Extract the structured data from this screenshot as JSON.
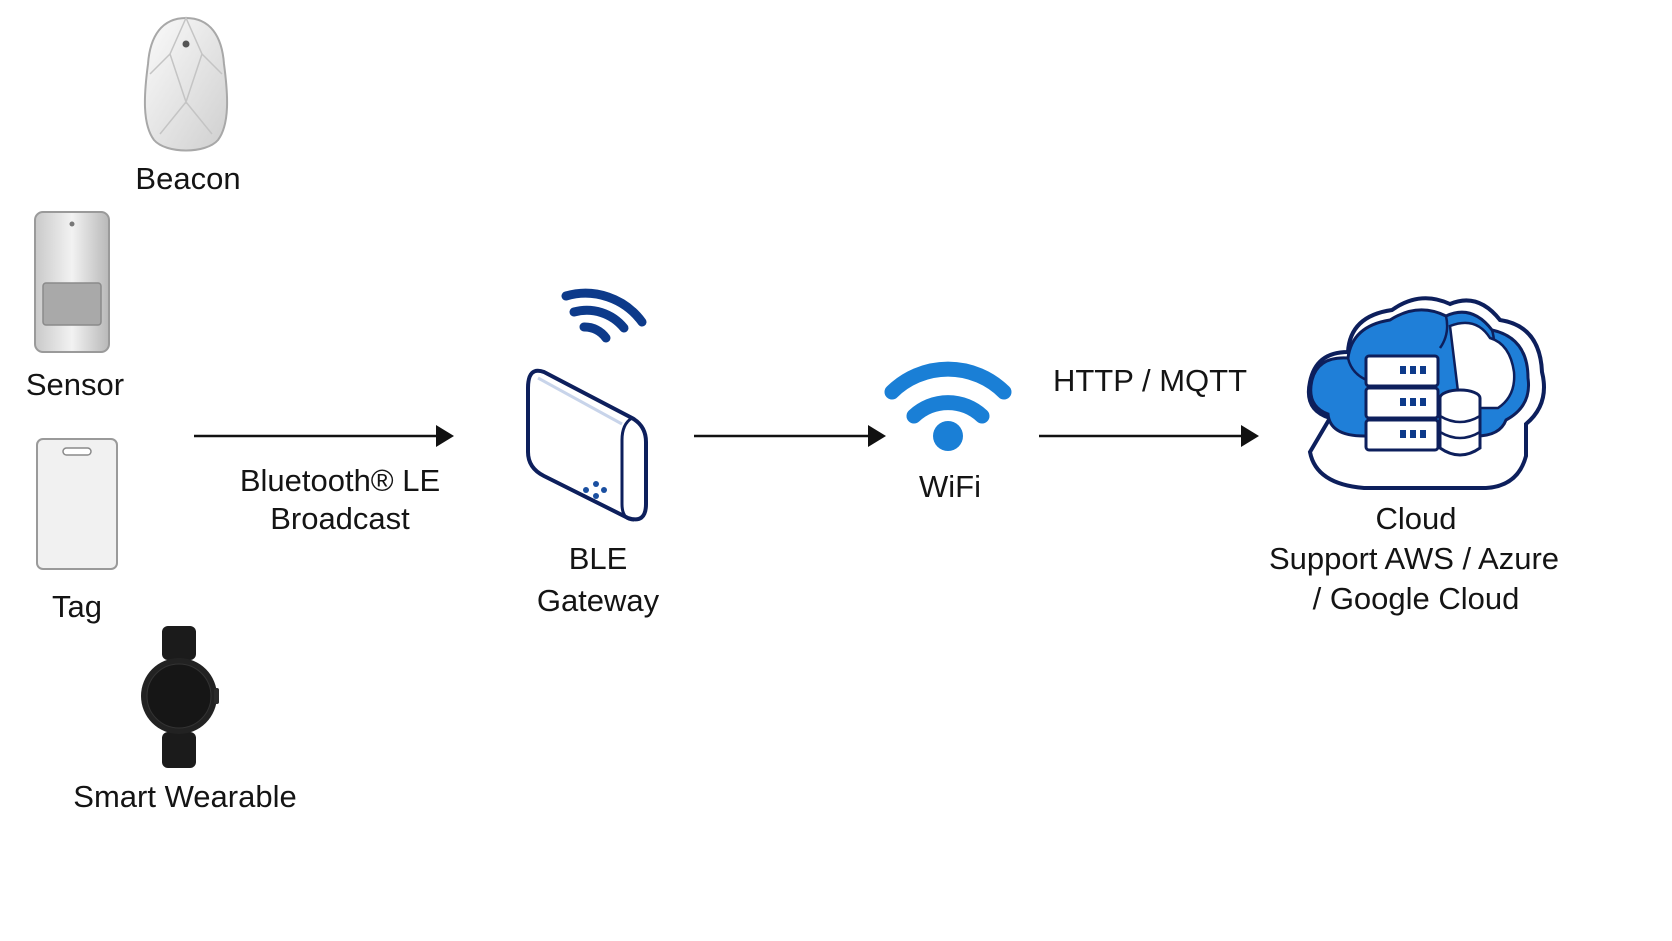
{
  "devices": {
    "beacon": {
      "label": "Beacon",
      "icon": "beacon-icon"
    },
    "sensor": {
      "label": "Sensor",
      "icon": "motion-sensor-icon"
    },
    "tag": {
      "label": "Tag",
      "icon": "tag-card-icon"
    },
    "wearable": {
      "label": "Smart Wearable",
      "icon": "smartwatch-icon"
    }
  },
  "links": {
    "ble": {
      "line1": "Bluetooth® LE",
      "line2": "Broadcast"
    },
    "http": {
      "label": "HTTP / MQTT"
    }
  },
  "gateway": {
    "line1": "BLE",
    "line2": "Gateway",
    "icon": "ble-gateway-icon",
    "signal_icon": "broadcast-signal-icon"
  },
  "wifi": {
    "label": "WiFi",
    "icon": "wifi-icon"
  },
  "cloud": {
    "line1": "Cloud",
    "line2": "Support AWS / Azure",
    "line3": "/ Google Cloud",
    "icon": "cloud-server-icon"
  },
  "colors": {
    "accent_blue": "#1a7fd6",
    "dark_blue": "#0d3a8a",
    "text": "#141414"
  }
}
